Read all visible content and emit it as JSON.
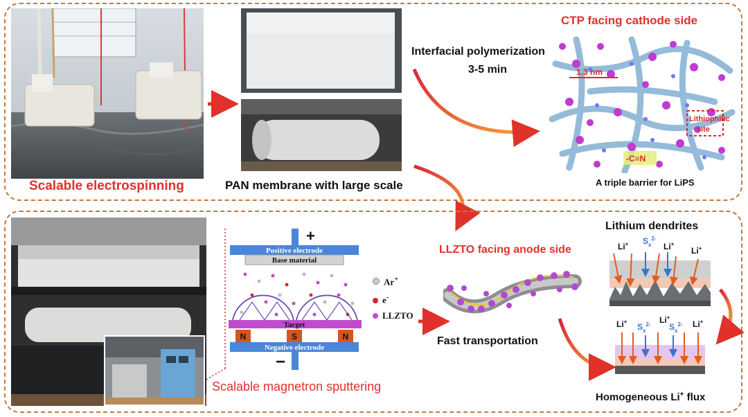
{
  "top": {
    "electrospinning_label": "Scalable electrospinning",
    "pan_label": "PAN membrane with large scale",
    "polymerization": {
      "line1": "Interfacial polymerization",
      "line2": "3-5 min"
    },
    "ctp_label": "CTP facing cathode side",
    "nm_label": "1.3 nm",
    "site_label": {
      "line1": "Lithiophilic",
      "line2": "site"
    },
    "cn_label": "-C≡N",
    "barrier_label": "A triple barrier for LiPS"
  },
  "bottom": {
    "magnetron_label": "Scalable magnetron sputtering",
    "diagram": {
      "plus": "+",
      "minus": "−",
      "positive": "Positive electrode",
      "base": "Base material",
      "target": "Target",
      "negative": "Negative electrode",
      "n1": "N",
      "s": "S",
      "n2": "N"
    },
    "legend": {
      "ar": "Ar",
      "ar_sup": "+",
      "e": "e",
      "e_sup": "-",
      "llzto": "LLZTO"
    },
    "llzto_label": "LLZTO facing anode side",
    "fast_label": "Fast transportation",
    "dendrites_label": "Lithium dendrites",
    "homogeneous_label": "Homogeneous Li",
    "homogeneous_sup": "+",
    "homogeneous_tail": " flux",
    "li": "Li",
    "li_sup": "+",
    "sx": "S",
    "sx_sub": "x",
    "sx_sup": "2-"
  },
  "colors": {
    "panel_border": "#c8763a",
    "accent_red": "#e0312b",
    "electrode_blue": "#4a86d8",
    "target_magenta": "#c04ccc",
    "magnet_orange": "#d4551e"
  }
}
